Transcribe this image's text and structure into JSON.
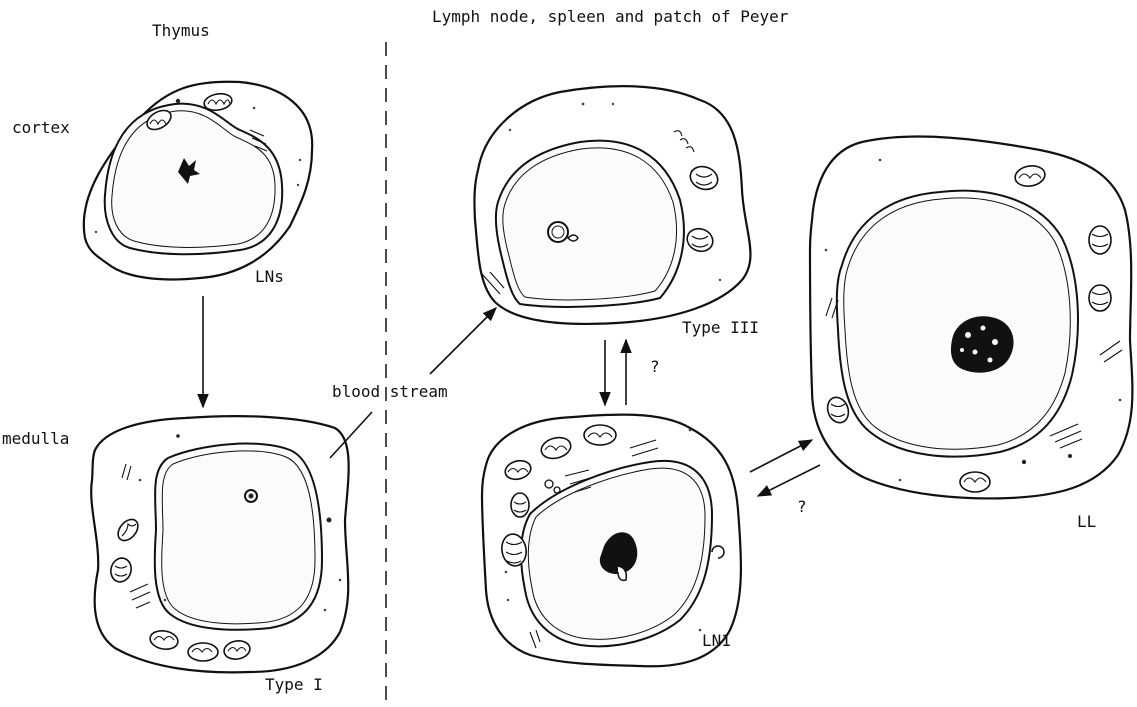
{
  "colors": {
    "ink": "#111111",
    "paper": "#ffffff"
  },
  "headers": {
    "left": "Thymus",
    "right": "Lymph node, spleen and patch of Peyer"
  },
  "regions": {
    "cortex": "cortex",
    "medulla": "medulla"
  },
  "cells": {
    "lns": "LNs",
    "type1": "Type I",
    "type3": "Type III",
    "ln1": "LN1",
    "ll": "LL"
  },
  "flow": {
    "blood_stream": "blood stream",
    "question_upper": "?",
    "question_lower": "?"
  }
}
